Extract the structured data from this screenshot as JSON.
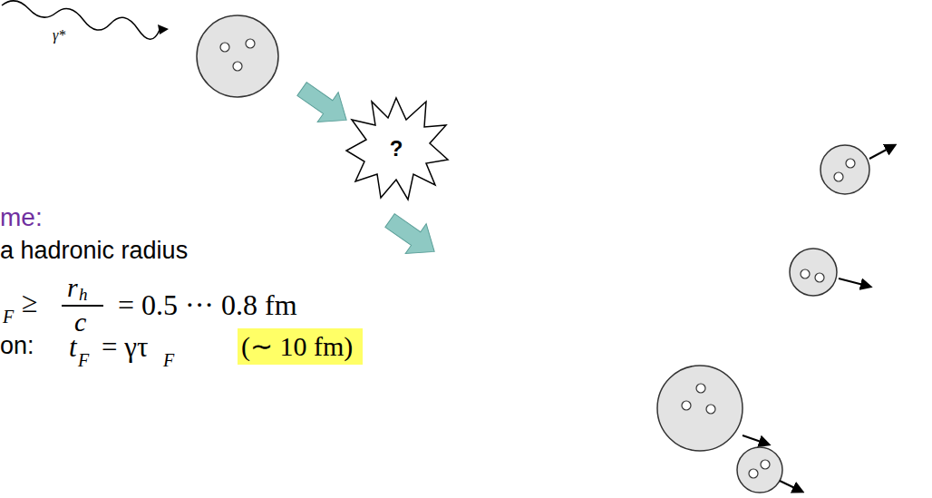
{
  "diagram": {
    "nodes": [
      {
        "text": [
          "?"
        ]
      }
    ],
    "labels": [
      "γ*",
      "me:",
      "a hadronic radius",
      "F",
      "≥",
      "r",
      "h",
      "c",
      "= 0.5 ··· 0.8 fm",
      "on:",
      "t",
      "F",
      "= γτ",
      "F",
      "(∼ 10 fm)"
    ]
  }
}
